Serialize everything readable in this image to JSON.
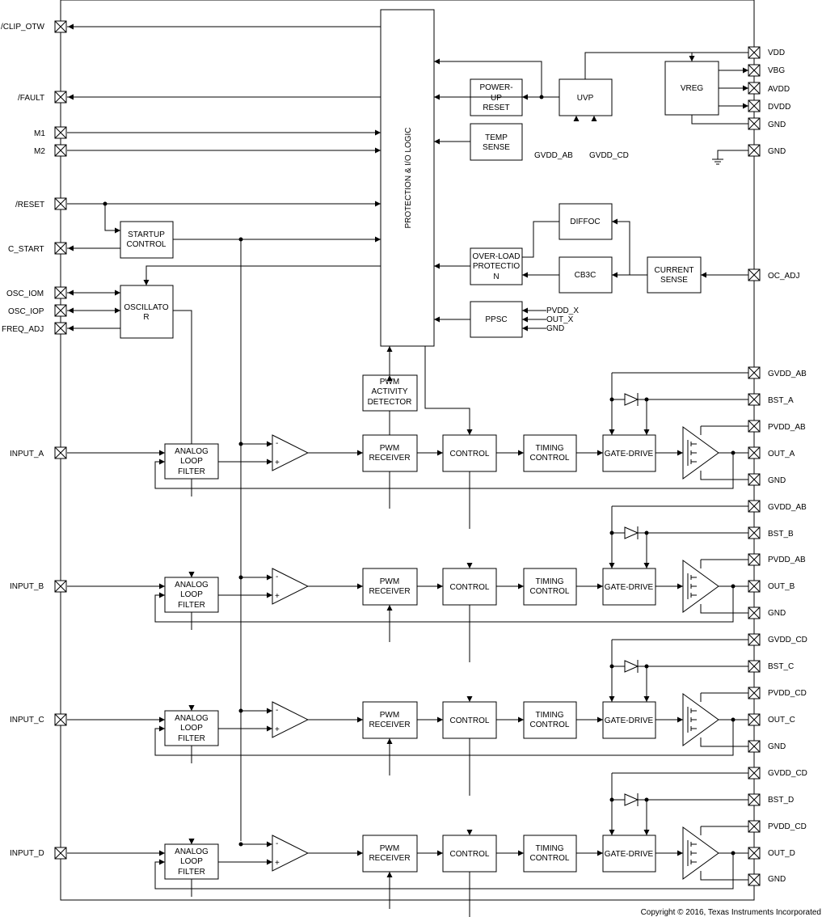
{
  "pins_left": {
    "clip_otw": "/CLIP_OTW",
    "fault": "/FAULT",
    "m1": "M1",
    "m2": "M2",
    "reset": "/RESET",
    "c_start": "C_START",
    "osc_iom": "OSC_IOM",
    "osc_iop": "OSC_IOP",
    "freq_adj": "FREQ_ADJ",
    "input_a": "INPUT_A",
    "input_b": "INPUT_B",
    "input_c": "INPUT_C",
    "input_d": "INPUT_D"
  },
  "pins_right": {
    "vdd": "VDD",
    "vbg": "VBG",
    "avdd": "AVDD",
    "dvdd": "DVDD",
    "gnd": "GND",
    "oc_adj": "OC_ADJ",
    "gvdd_ab": "GVDD_AB",
    "gvdd_cd": "GVDD_CD",
    "bst_a": "BST_A",
    "bst_b": "BST_B",
    "bst_c": "BST_C",
    "bst_d": "BST_D",
    "pvdd_ab": "PVDD_AB",
    "pvdd_cd": "PVDD_CD",
    "out_a": "OUT_A",
    "out_b": "OUT_B",
    "out_c": "OUT_C",
    "out_d": "OUT_D"
  },
  "blocks": {
    "protection_logic": "PROTECTION & I/O LOGIC",
    "power_up_reset": [
      "POWER-",
      "UP",
      "RESET"
    ],
    "uvp": "UVP",
    "vreg": "VREG",
    "temp_sense": [
      "TEMP",
      "SENSE"
    ],
    "startup_control": [
      "STARTUP",
      "CONTROL"
    ],
    "oscillator": [
      "OSCILLATO",
      "R"
    ],
    "diffoc": "DIFFOC",
    "overload_protection": [
      "OVER-LOAD",
      "PROTECTIO",
      "N"
    ],
    "cb3c": "CB3C",
    "current_sense": [
      "CURRENT",
      "SENSE"
    ],
    "ppsc": "PPSC",
    "pwm_activity_detector": [
      "PWM",
      "ACTIVITY",
      "DETECTOR"
    ],
    "analog_loop_filter": [
      "ANALOG",
      "LOOP",
      "FILTER"
    ],
    "pwm_receiver": [
      "PWM",
      "RECEIVER"
    ],
    "control": "CONTROL",
    "timing_control": [
      "TIMING",
      "CONTROL"
    ],
    "gate_drive": "GATE-DRIVE"
  },
  "signals": {
    "gvdd_ab": "GVDD_AB",
    "gvdd_cd": "GVDD_CD",
    "pvdd_x": "PVDD_X",
    "out_x": "OUT_X",
    "gnd": "GND",
    "minus": "-",
    "plus": "+"
  },
  "copyright": "Copyright © 2016, Texas Instruments Incorporated"
}
